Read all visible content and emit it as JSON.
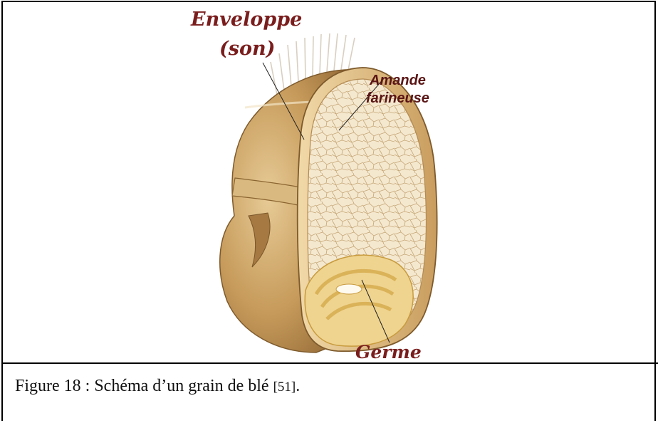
{
  "diagram": {
    "labels": {
      "envelope_line1": "Enveloppe",
      "envelope_line2": "(son)",
      "almond_line1": "Amande",
      "almond_line2": "farineuse",
      "germ": "Germe"
    },
    "colors": {
      "bran_outer": "#b88a4e",
      "bran_light": "#e3c58f",
      "endosperm": "#f4e8cf",
      "germ": "#e7c46b",
      "label_dark_red": "#7a1d1d"
    }
  },
  "caption": {
    "text": "Figure 18 : Schéma d’un grain de blé ",
    "ref": "[51]",
    "end": "."
  }
}
